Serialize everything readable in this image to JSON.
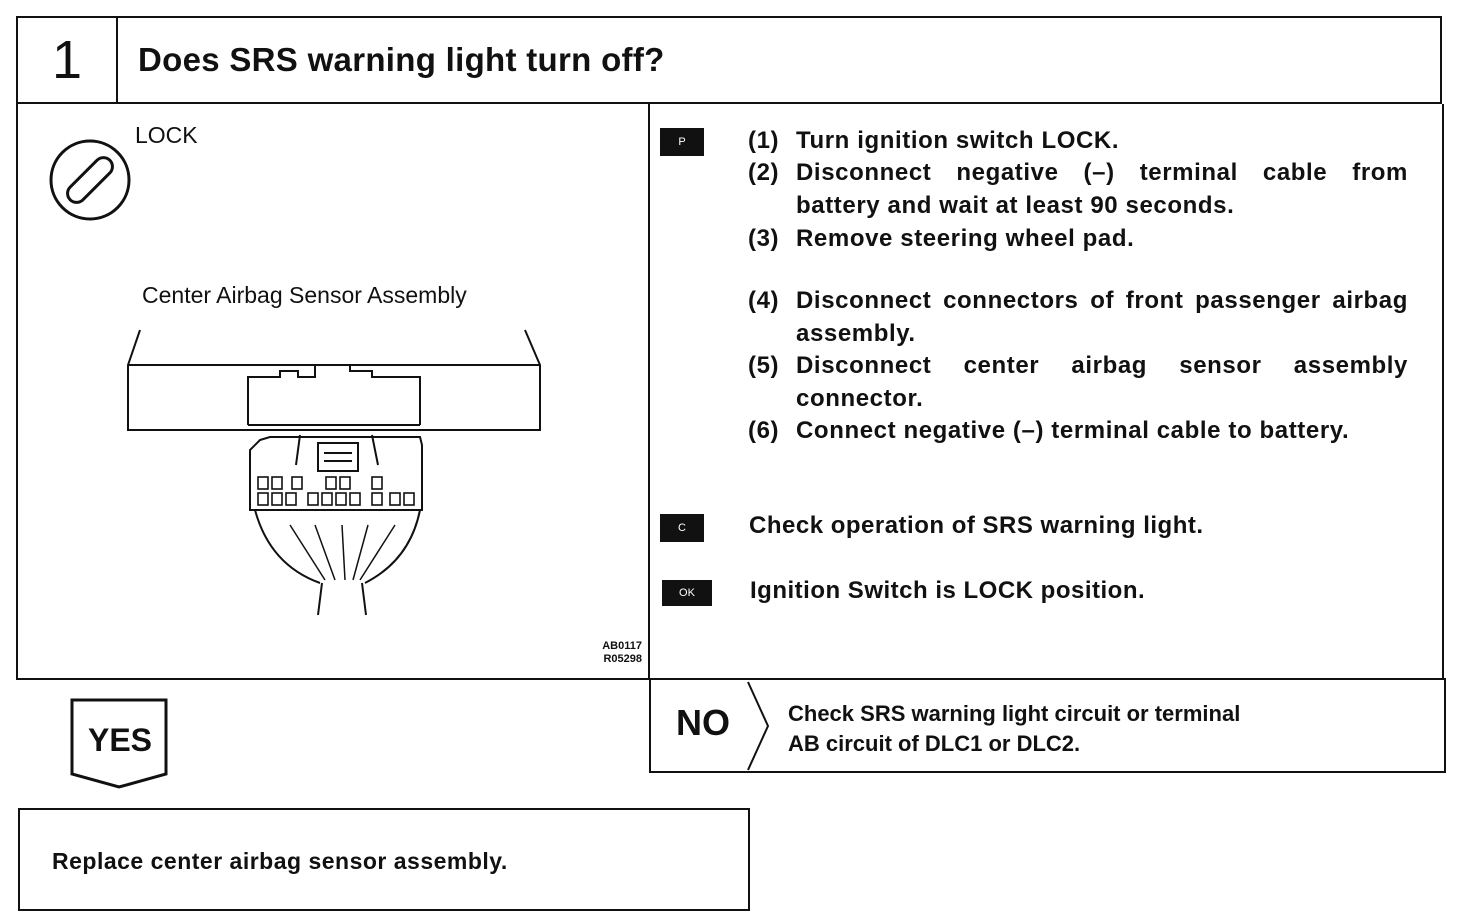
{
  "header": {
    "step_number": "1",
    "title": "Does SRS warning light turn off?"
  },
  "illustration": {
    "lock_label": "LOCK",
    "sensor_label": "Center Airbag Sensor Assembly",
    "code_1": "AB0117",
    "code_2": "R05298"
  },
  "procedure": {
    "badge_p": "P",
    "steps": [
      {
        "num": "(1)",
        "text": "Turn ignition switch LOCK."
      },
      {
        "num": "(2)",
        "text": "Disconnect negative (–) terminal cable from battery and wait at least 90 seconds."
      },
      {
        "num": "(3)",
        "text": "Remove steering wheel pad."
      },
      {
        "num": "(4)",
        "text": "Disconnect connectors of front passenger airbag assembly."
      },
      {
        "num": "(5)",
        "text": "Disconnect center airbag sensor assembly connector."
      },
      {
        "num": "(6)",
        "text": "Connect negative (–) terminal cable to battery."
      }
    ],
    "badge_c": "C",
    "check_text": "Check operation of SRS warning light.",
    "badge_ok": "OK",
    "ok_text": "Ignition Switch is LOCK position."
  },
  "yes": {
    "label": "YES",
    "result": "Replace center airbag sensor assembly."
  },
  "no": {
    "label": "NO",
    "result_line1": "Check SRS warning light circuit or terminal",
    "result_line2": "AB circuit of DLC1 or DLC2."
  }
}
